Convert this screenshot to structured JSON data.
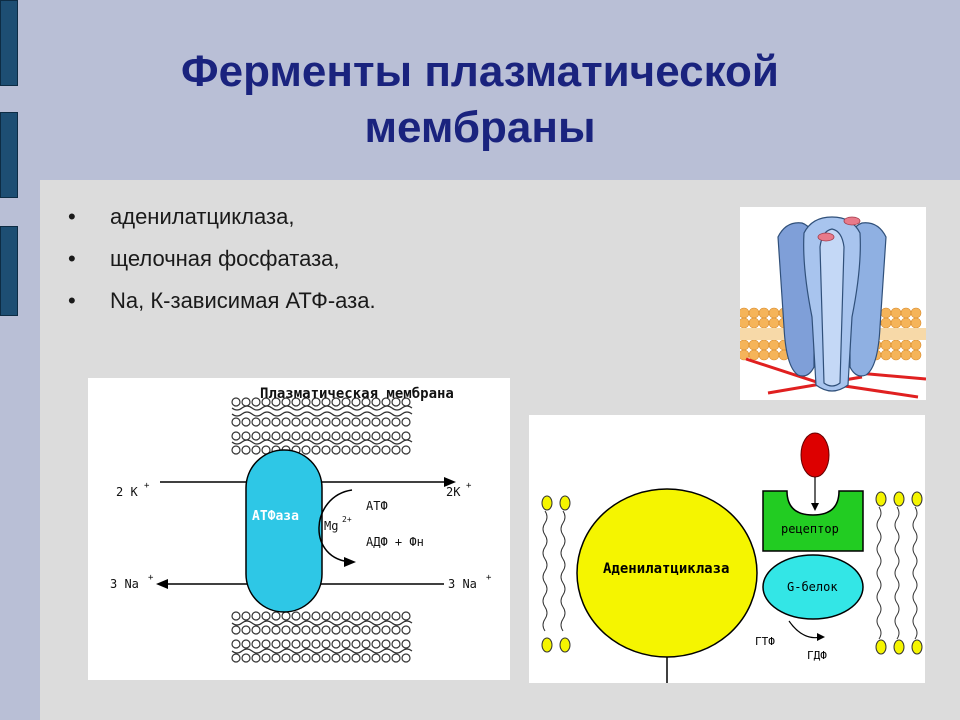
{
  "slide": {
    "title_line1": "Ферменты плазматической",
    "title_line2": "мембраны",
    "bullets": [
      "аденилатциклаза,",
      "щелочная фосфатаза,",
      "Na, К-зависимая АТФ-аза."
    ]
  },
  "atpase_figure": {
    "caption": "Плазматическая мембрана",
    "enzyme_label": "АТФаза",
    "k_left": "2 К",
    "k_right": "2К",
    "na_left": "3 Na",
    "na_right": "3 Na",
    "superscript_plus": "+",
    "mg_label": "Mg",
    "mg_charge": "2+",
    "atp_label": "АТФ",
    "adp_label": "АДФ + Фн"
  },
  "adenylate_figure": {
    "cyclase_label": "Аденилатциклаза",
    "receptor_label": "рецептор",
    "g_protein_label": "G-белок",
    "gtp_label": "ГТФ",
    "gdp_label": "ГДФ"
  },
  "colors": {
    "title": "#1a237e",
    "background": "#b9bfd6",
    "panel": "#dcdcdc",
    "accent_bars": "#1d4e73",
    "enzyme_fill": "#2ec7e6",
    "cyclase_fill": "#f5f500",
    "receptor_fill": "#22cc22",
    "g_protein_fill": "#33e6e6",
    "hormone_fill": "#dd0000"
  }
}
